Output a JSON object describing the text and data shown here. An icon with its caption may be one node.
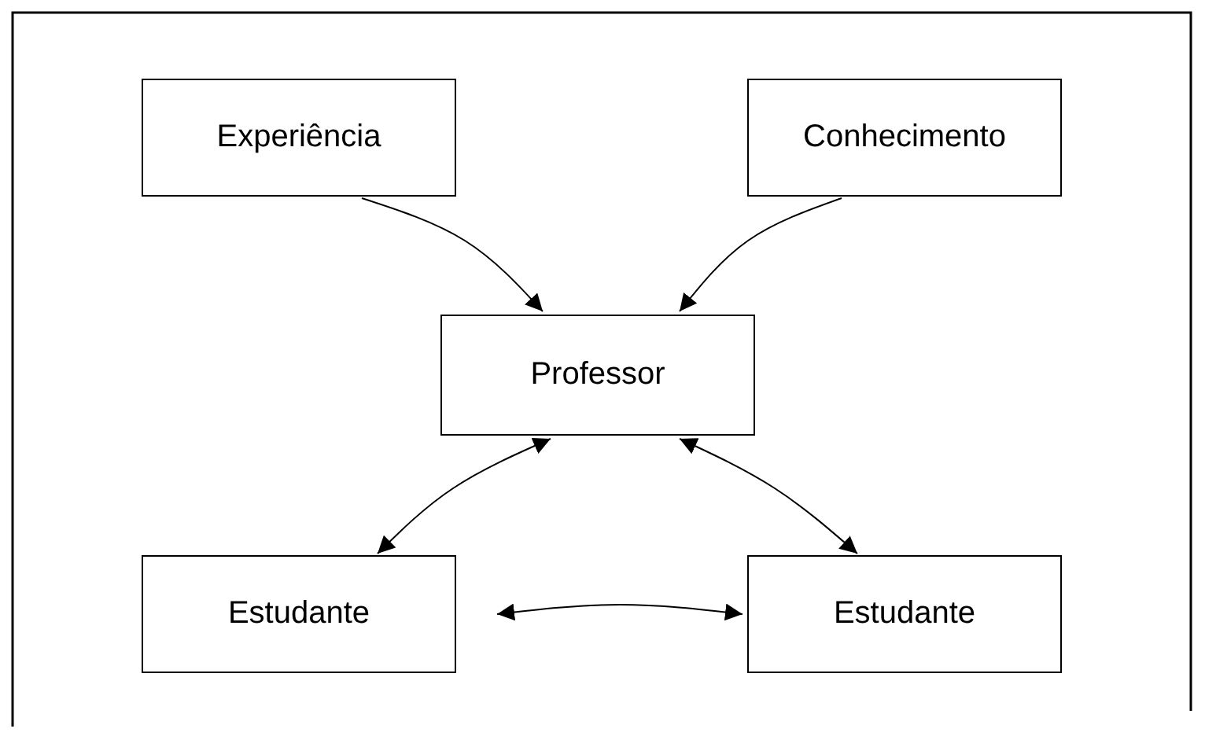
{
  "diagram": {
    "nodes": [
      {
        "text": [
          "Experiência"
        ]
      },
      {
        "text": [
          "Conhecimento"
        ]
      },
      {
        "text": [
          "Professor"
        ]
      },
      {
        "text": [
          "Estudante"
        ]
      },
      {
        "text": [
          "Estudante"
        ]
      }
    ],
    "edges": [
      {
        "from": 0,
        "to": 2,
        "arrow": "to"
      },
      {
        "from": 1,
        "to": 2,
        "arrow": "to"
      },
      {
        "from": 2,
        "to": 3,
        "arrow": "both"
      },
      {
        "from": 2,
        "to": 4,
        "arrow": "both"
      },
      {
        "from": 3,
        "to": 4,
        "arrow": "both"
      }
    ]
  }
}
